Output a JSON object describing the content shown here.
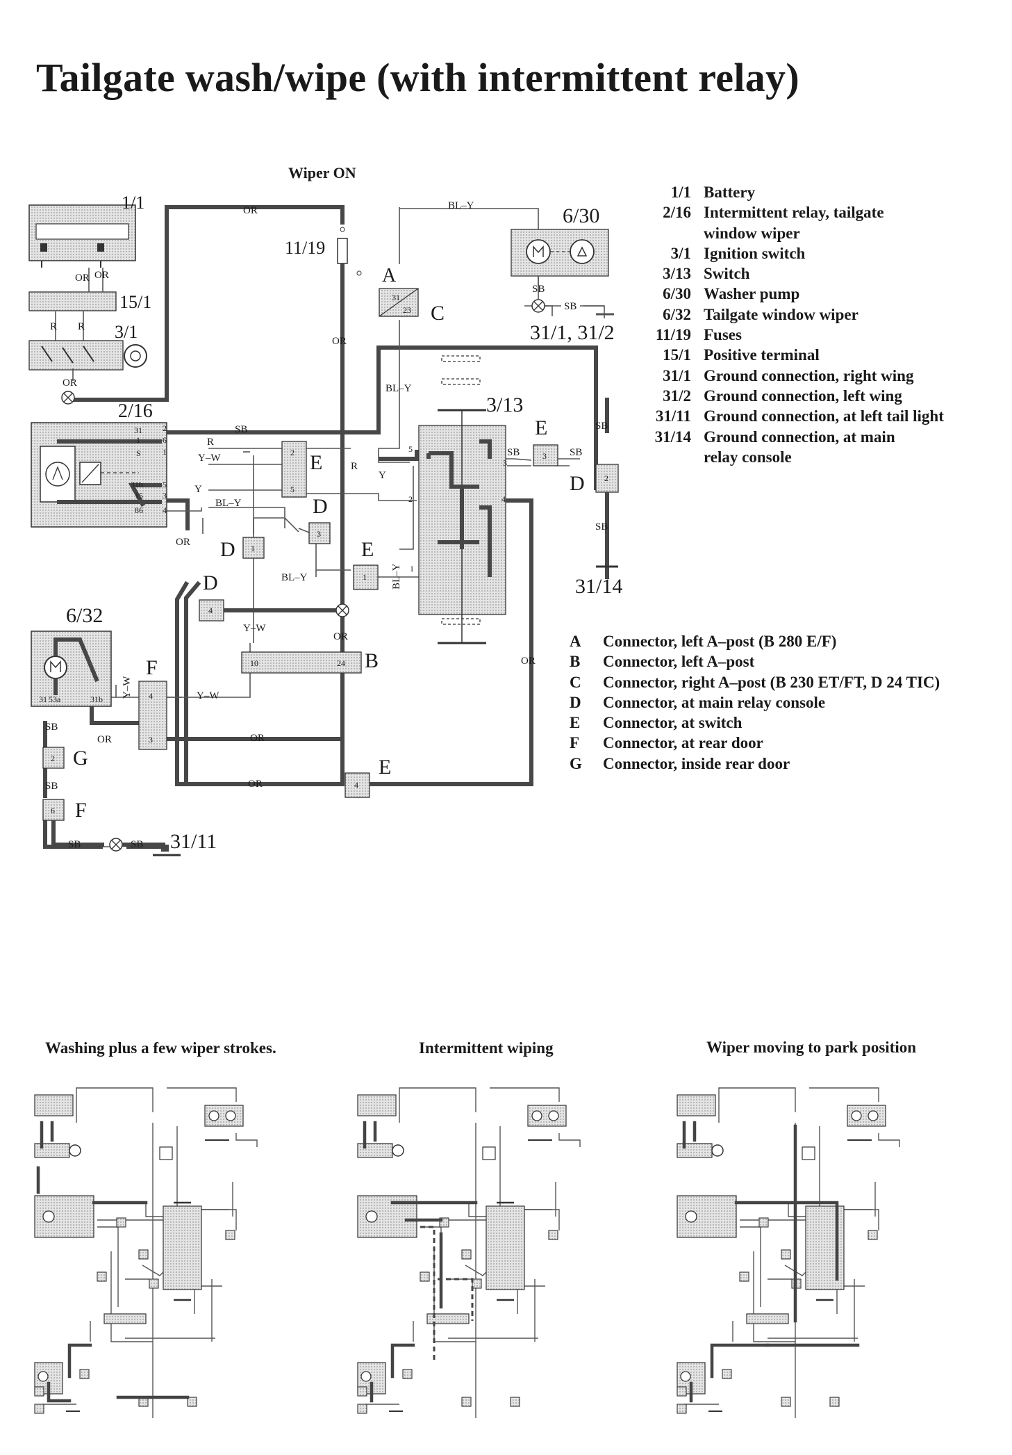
{
  "title": "Tailgate wash/wipe (with intermittent relay)",
  "main_diagram": {
    "heading": "Wiper ON",
    "component_ids": {
      "battery": "1/1",
      "positive_terminal": "15/1",
      "ignition_switch": "3/1",
      "relay": "2/16",
      "wiper_motor": "6/32",
      "washer_pump": "6/30",
      "fuses": "11/19",
      "switch": "3/13",
      "ground_31_1_2": "31/1, 31/2",
      "ground_31_14": "31/14",
      "ground_31_11": "31/11"
    },
    "connector_letters": {
      "A": "A",
      "B": "B",
      "C": "C",
      "D": "D",
      "E": "E",
      "F": "F",
      "G": "G"
    },
    "wire_labels": {
      "or": "OR",
      "sb": "SB",
      "r": "R",
      "y": "Y",
      "yw": "Y–W",
      "bly": "BL–Y",
      "bly_v": "BL–Y"
    },
    "pin_labels": {
      "p1": "1",
      "p2": "2",
      "p3": "3",
      "p4": "4",
      "p5": "5",
      "p6": "6",
      "p10": "10",
      "p15": "15",
      "p23": "23",
      "p24": "24",
      "p31": "31",
      "p31b": "31b",
      "p53a": "53a",
      "p86": "86",
      "pS": "S",
      "p31_short": "31"
    }
  },
  "legend_components": [
    {
      "code": "1/1",
      "desc": "Battery"
    },
    {
      "code": "2/16",
      "desc": "Intermittent relay, tailgate"
    },
    {
      "code": "",
      "desc": "window wiper"
    },
    {
      "code": "3/1",
      "desc": "Ignition switch"
    },
    {
      "code": "3/13",
      "desc": "Switch"
    },
    {
      "code": "6/30",
      "desc": "Washer pump"
    },
    {
      "code": "6/32",
      "desc": "Tailgate window wiper"
    },
    {
      "code": "11/19",
      "desc": "Fuses"
    },
    {
      "code": "15/1",
      "desc": "Positive terminal"
    },
    {
      "code": "31/1",
      "desc": "Ground connection, right wing"
    },
    {
      "code": "31/2",
      "desc": "Ground connection, left wing"
    },
    {
      "code": "31/11",
      "desc": "Ground connection, at left tail light"
    },
    {
      "code": "31/14",
      "desc": "Ground connection, at main"
    },
    {
      "code": "",
      "desc": "relay console"
    }
  ],
  "legend_connectors": [
    {
      "code": "A",
      "desc": "Connector, left A–post (B 280 E/F)"
    },
    {
      "code": "B",
      "desc": "Connector, left A–post"
    },
    {
      "code": "C",
      "desc": "Connector, right A–post (B 230 ET/FT, D 24 TIC)"
    },
    {
      "code": "D",
      "desc": "Connector, at main relay console"
    },
    {
      "code": "E",
      "desc": "Connector, at switch"
    },
    {
      "code": "F",
      "desc": "Connector, at rear door"
    },
    {
      "code": "G",
      "desc": "Connector, inside rear door"
    }
  ],
  "mini_diagrams": [
    {
      "title": "Washing plus a few wiper strokes."
    },
    {
      "title": "Intermittent wiping"
    },
    {
      "title": "Wiper moving to park position"
    }
  ],
  "colors": {
    "ink": "#1a1a1a",
    "wire_active": "#4a4a4a",
    "wire_thin": "#555555",
    "component_fill": "#d3d3d3",
    "background": "#ffffff"
  }
}
